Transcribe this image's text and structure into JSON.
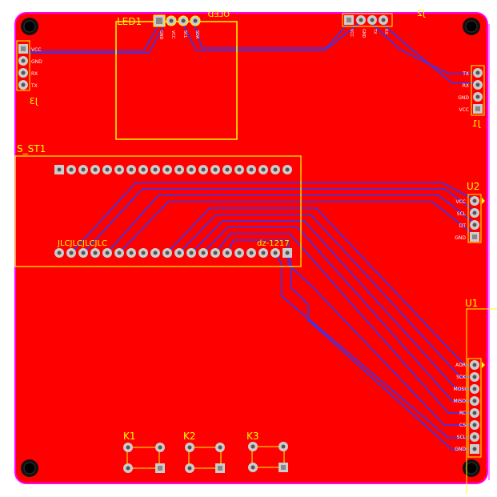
{
  "board": {
    "copper_color": "#ff0000",
    "outline_color": "#ff00ff",
    "silk_color": "#ffff00",
    "trace_color": "#2a3aff"
  },
  "components": {
    "led1": {
      "designator": "LED1",
      "mirror_label": "OLED",
      "pins": [
        "GND",
        "VCC",
        "SCL",
        "SDA"
      ]
    },
    "j2": {
      "designator": "J2",
      "pins": [
        "VCC",
        "GND",
        "TX",
        "RX"
      ]
    },
    "j3": {
      "designator": "J3",
      "pins": [
        "VCC",
        "GND",
        "RX",
        "TX"
      ]
    },
    "j1": {
      "designator": "J1",
      "pins": [
        "TX",
        "RX",
        "GND",
        "VCC"
      ]
    },
    "s_st1": {
      "designator": "S_ST1",
      "marking": "JLCJLCJLCJLC",
      "model": "dz-1217"
    },
    "u2": {
      "designator": "U2",
      "pins": [
        "VCC",
        "SCL",
        "DT",
        "GND"
      ]
    },
    "u1": {
      "designator": "U1",
      "pins": [
        "ADR",
        "SCK",
        "MOSI",
        "MISO",
        "RC",
        "CS",
        "SCL",
        "GND"
      ]
    },
    "k1": {
      "designator": "K1"
    },
    "k2": {
      "designator": "K2"
    },
    "k3": {
      "designator": "K3"
    }
  }
}
